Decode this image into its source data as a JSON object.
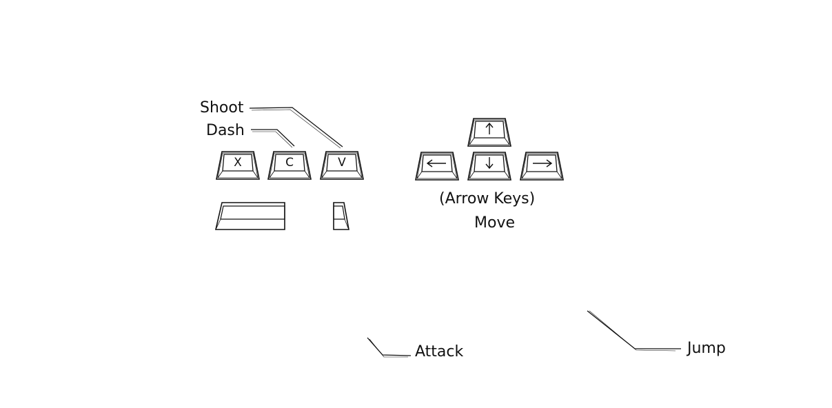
{
  "keys": {
    "x": "X",
    "c": "C",
    "v": "V",
    "arrow_up": "arrow-up-icon",
    "arrow_left": "arrow-left-icon",
    "arrow_down": "arrow-down-icon",
    "arrow_right": "arrow-right-icon"
  },
  "labels": {
    "shoot": "Shoot",
    "dash": "Dash",
    "arrow_keys": "(Arrow Keys)",
    "move": "Move",
    "attack": "Attack",
    "jump": "Jump"
  },
  "colors": {
    "ink": "#111111",
    "background": "#ffffff"
  }
}
